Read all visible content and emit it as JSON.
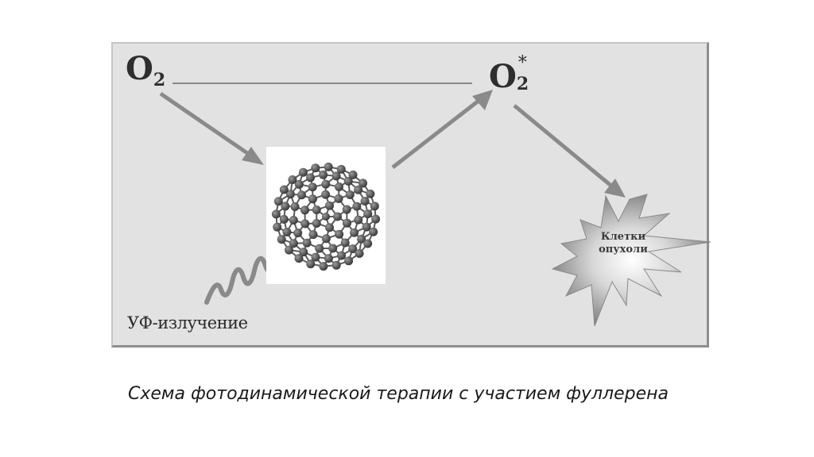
{
  "diagram": {
    "o2_left": {
      "base": "O",
      "sub": "2"
    },
    "o2_right": {
      "base": "O",
      "sub": "2",
      "sup": "*"
    },
    "uv_label": "УФ-излучение",
    "tumor_label_line1": "Клетки",
    "tumor_label_line2": "опухоли",
    "colors": {
      "background": "#e2e2e2",
      "arrows": "#8a8a8a",
      "line": "#6a6a6a",
      "atoms": "#5a5a5a"
    },
    "icons": [
      "fullerene-molecule-icon",
      "uv-wave-icon",
      "tumor-burst-icon"
    ]
  },
  "caption": "Схема фотодинамической терапии с участием фуллерена"
}
